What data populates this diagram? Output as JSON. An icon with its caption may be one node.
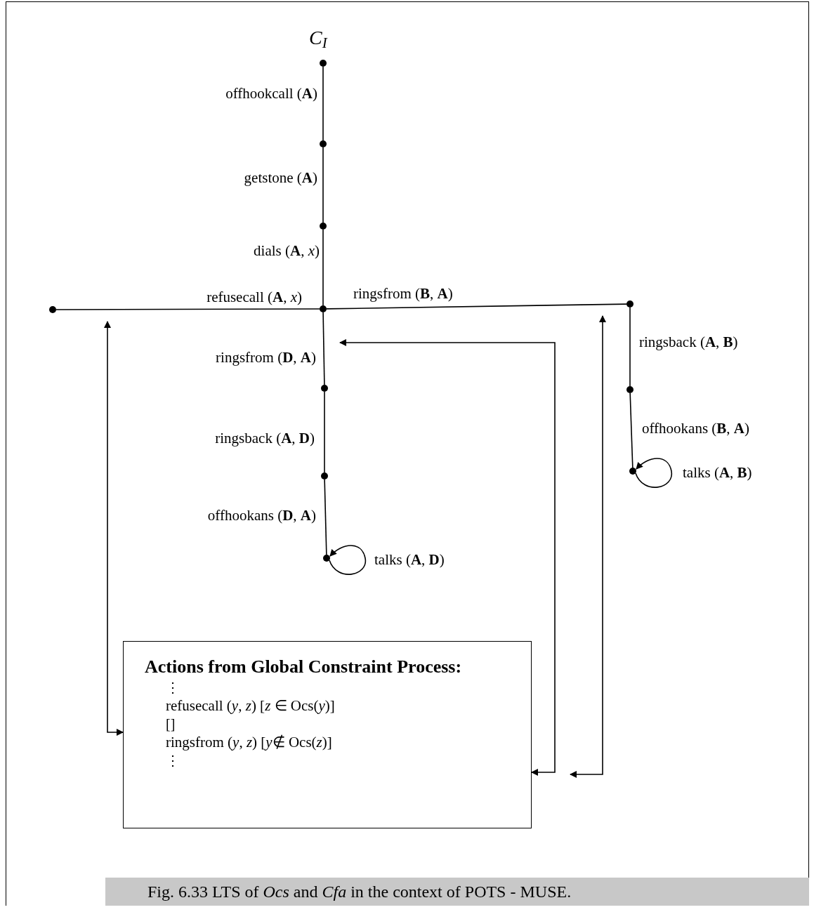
{
  "diagram": {
    "caption": "Fig. 6.33  LTS of *Ocs* and *Cfa* in the context of POTS - MUSE.",
    "nodes": [
      {
        "text": [],
        "shape": "circle",
        "beside": [
          "C$_{I}$"
        ]
      },
      {
        "text": [],
        "shape": "circle"
      },
      {
        "text": [],
        "shape": "circle"
      },
      {
        "text": [],
        "shape": "circle"
      },
      {
        "text": [],
        "shape": "circle"
      },
      {
        "text": [],
        "shape": "circle"
      },
      {
        "text": [],
        "shape": "circle"
      },
      {
        "text": [],
        "shape": "circle"
      },
      {
        "text": [],
        "shape": "circle"
      },
      {
        "text": [],
        "shape": "circle"
      },
      {
        "text": [],
        "shape": "circle"
      },
      {
        "text": [
          "Actions from Global Constraint Process:",
          "⋮",
          "refusecall (*y*, *z*) [*z* ∈ Ocs(*y*)]",
          "[]",
          "ringsfrom (*y*, *z*) [*y*∉ Ocs(*z*)]",
          "⋮"
        ]
      }
    ],
    "edges": [
      {
        "from": 0,
        "to": 1,
        "arrow": "none",
        "label": "offhookcall (**A**)"
      },
      {
        "from": 1,
        "to": 2,
        "arrow": "none",
        "label": "getstone (**A**)"
      },
      {
        "from": 2,
        "to": 3,
        "arrow": "none",
        "label": "dials (**A**, *x*)"
      },
      {
        "from": 3,
        "to": 4,
        "arrow": "none",
        "label": "refusecall (**A**, *x*)"
      },
      {
        "from": 3,
        "to": 5,
        "arrow": "none",
        "label": "ringsfrom (**B**, **A**)"
      },
      {
        "from": 5,
        "to": 6,
        "arrow": "none",
        "label": "ringsback (**A**, **B**)"
      },
      {
        "from": 6,
        "to": 7,
        "arrow": "none",
        "label": "offhookans (**B**, **A**)"
      },
      {
        "from": 7,
        "to": 7,
        "arrow": "to",
        "label": "talks (**A**, **B**)"
      },
      {
        "from": 3,
        "to": 8,
        "arrow": "none",
        "label": "ringsfrom (**D**, **A**)"
      },
      {
        "from": 8,
        "to": 9,
        "arrow": "none",
        "label": "ringsback (**A**, **D**)"
      },
      {
        "from": 9,
        "to": 10,
        "arrow": "none",
        "label": "offhookans (**D**, **A**)"
      },
      {
        "from": 10,
        "to": 10,
        "arrow": "to",
        "label": "talks (**A**, **D**)"
      },
      {
        "from": 11,
        "to": null,
        "arrow": "both"
      },
      {
        "from": 11,
        "to": null,
        "arrow": "both"
      },
      {
        "from": 11,
        "to": null,
        "arrow": "both"
      }
    ]
  }
}
